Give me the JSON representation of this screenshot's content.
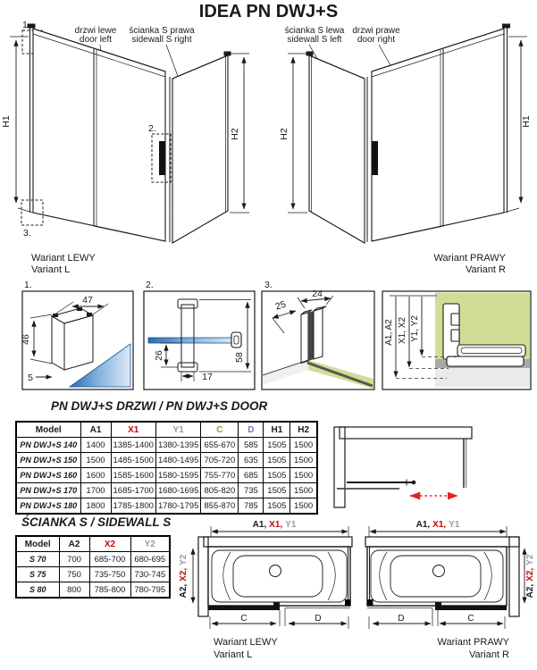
{
  "title": "IDEA PN DWJ+S",
  "colors": {
    "black": "#1a1a1a",
    "red": "#c00a0a",
    "gray": "#9b9b9b",
    "green": "#70ad47",
    "purple": "#8274b4",
    "wall_green": "#d2dc96",
    "glass_blue": "#3a79c3",
    "arrow_red": "#e02424"
  },
  "iso": {
    "left": {
      "callout_1": "1.",
      "callout_2": "2.",
      "callout_3": "3.",
      "door_label_pl": "drzwi lewe",
      "door_label_en": "door left",
      "side_label_pl": "ścianka S prawa",
      "side_label_en": "sidewall S right",
      "dim_outer": "H1",
      "dim_inner": "H2",
      "caption_pl": "Wariant LEWY",
      "caption_en": "Variant L"
    },
    "right": {
      "side_label_pl": "ścianka S lewa",
      "side_label_en": "sidewall S left",
      "door_label_pl": "drzwi prawe",
      "door_label_en": "door right",
      "dim_outer": "H1",
      "dim_inner": "H2",
      "caption_pl": "Wariant PRAWY",
      "caption_en": "Variant R"
    }
  },
  "details": {
    "d1": {
      "num": "1.",
      "dim_top": "47",
      "dim_left": "46",
      "dim_bottom": "5"
    },
    "d2": {
      "num": "2.",
      "dim_left": "26",
      "dim_bottom": "17",
      "dim_right": "58"
    },
    "d3": {
      "num": "3.",
      "dim_diag": "25",
      "dim_top": "24"
    },
    "d4": {
      "dim_black": "A1, A2",
      "dim_red": "X1, X2",
      "dim_gray": "Y1, Y2"
    }
  },
  "door_table": {
    "title": "PN DWJ+S DRZWI / PN DWJ+S DOOR",
    "headers": [
      "Model",
      "A1",
      "X1",
      "Y1",
      "C",
      "D",
      "H1",
      "H2"
    ],
    "header_colors": [
      "#1a1a1a",
      "#1a1a1a",
      "#c00a0a",
      "#9b9b9b",
      "#70ad47",
      "#8274b4",
      "#1a1a1a",
      "#1a1a1a"
    ],
    "rows": [
      [
        "PN DWJ+S 140",
        "1400",
        "1385-1400",
        "1380-1395",
        "655-670",
        "585",
        "1505",
        "1500"
      ],
      [
        "PN DWJ+S 150",
        "1500",
        "1485-1500",
        "1480-1495",
        "705-720",
        "635",
        "1505",
        "1500"
      ],
      [
        "PN DWJ+S 160",
        "1600",
        "1585-1600",
        "1580-1595",
        "755-770",
        "685",
        "1505",
        "1500"
      ],
      [
        "PN DWJ+S 170",
        "1700",
        "1685-1700",
        "1680-1695",
        "805-820",
        "735",
        "1505",
        "1500"
      ],
      [
        "PN DWJ+S 180",
        "1800",
        "1785-1800",
        "1780-1795",
        "855-870",
        "785",
        "1505",
        "1500"
      ]
    ]
  },
  "sidewall_table": {
    "title": "ŚCIANKA S / SIDEWALL S",
    "headers": [
      "Model",
      "A2",
      "X2",
      "Y2"
    ],
    "header_colors": [
      "#1a1a1a",
      "#1a1a1a",
      "#c00a0a",
      "#9b9b9b"
    ],
    "rows": [
      [
        "S 70",
        "700",
        "685-700",
        "680-695"
      ],
      [
        "S 75",
        "750",
        "735-750",
        "730-745"
      ],
      [
        "S 80",
        "800",
        "785-800",
        "780-795"
      ]
    ]
  },
  "plans": {
    "dim_top_parts": [
      "A1,",
      "X1,",
      "Y1"
    ],
    "dim_side_parts": [
      "A2,",
      "X2,",
      "Y2"
    ],
    "dim_c": "C",
    "dim_d": "D",
    "left": {
      "caption_pl": "Wariant LEWY",
      "caption_en": "Variant L"
    },
    "right": {
      "caption_pl": "Wariant PRAWY",
      "caption_en": "Variant R"
    }
  }
}
